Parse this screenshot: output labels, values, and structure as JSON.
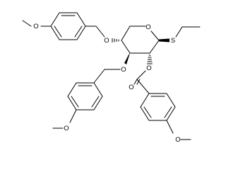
{
  "molecule": {
    "atoms": {
      "ring_oxygen": "O",
      "thio_sulfur": "S",
      "ester_single_oxygen": "O",
      "carbonyl_oxygen": "O",
      "pmb_top_ether_oxygen": "O",
      "pmb_top_methoxy_oxygen": "O",
      "pmb_left_ether_oxygen": "O",
      "pmb_left_methoxy_oxygen": "O",
      "anisoyl_methoxy_oxygen": "O"
    }
  }
}
